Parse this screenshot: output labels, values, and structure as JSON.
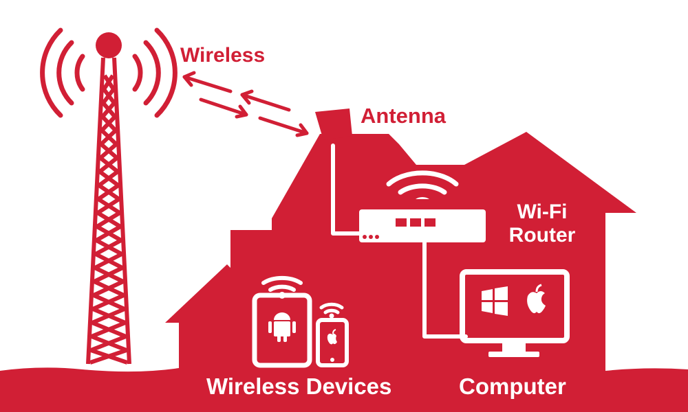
{
  "colors": {
    "primary": "#d11f35",
    "background": "#ffffff",
    "ground": "#d11f35",
    "text_on_background": "#d11f35",
    "text_on_house": "#ffffff"
  },
  "labels": {
    "wireless": "Wireless",
    "antenna": "Antenna",
    "router_line1": "Wi-Fi",
    "router_line2": "Router",
    "devices": "Wireless Devices",
    "computer": "Computer"
  },
  "icons": {
    "tower": "cell-tower-icon",
    "antenna": "roof-antenna-icon",
    "router": "wifi-router-icon",
    "tablet": "tablet-android-icon",
    "phone": "phone-apple-icon",
    "monitor": "monitor-windows-apple-icon"
  }
}
